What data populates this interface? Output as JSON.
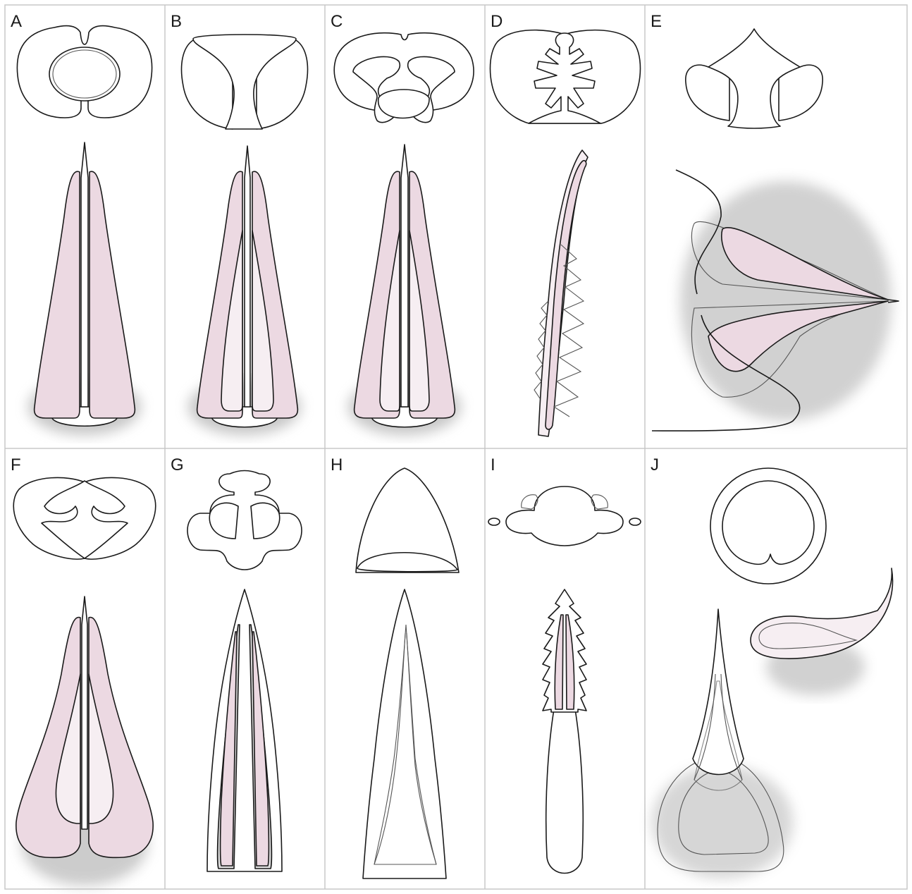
{
  "figure": {
    "panels": [
      {
        "id": "A",
        "label": "A"
      },
      {
        "id": "B",
        "label": "B"
      },
      {
        "id": "C",
        "label": "C"
      },
      {
        "id": "D",
        "label": "D"
      },
      {
        "id": "E",
        "label": "E"
      },
      {
        "id": "F",
        "label": "F"
      },
      {
        "id": "G",
        "label": "G"
      },
      {
        "id": "H",
        "label": "H"
      },
      {
        "id": "I",
        "label": "I"
      },
      {
        "id": "J",
        "label": "J"
      }
    ]
  },
  "colors": {
    "tissue_pink": "#ecd9e2",
    "tissue_light": "#f6eef2",
    "cell_dots": "#b9a2d6",
    "outline": "#1a1a1a",
    "grid_line": "#c8c8c8",
    "shadow": "#9a9a9a"
  }
}
